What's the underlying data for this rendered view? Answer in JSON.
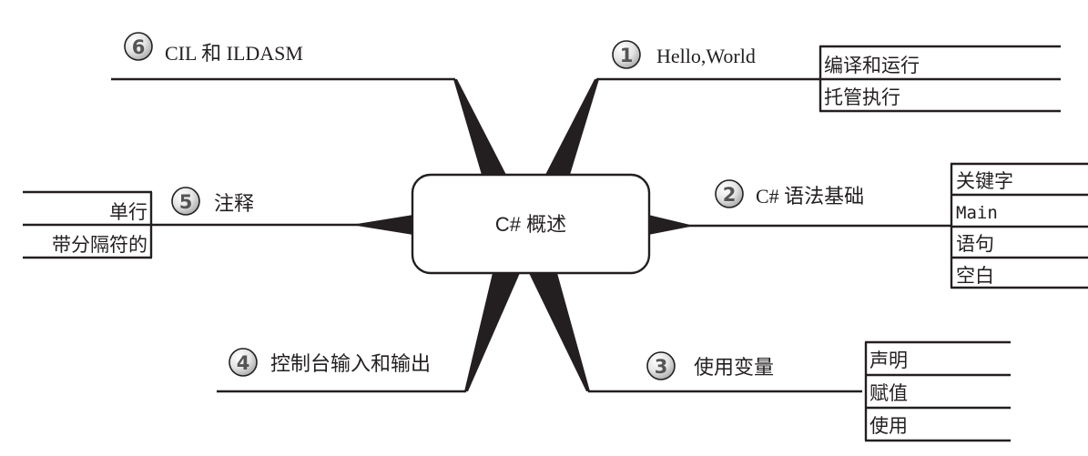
{
  "center": {
    "label": "C# 概述"
  },
  "colors": {
    "ink": "#231f20",
    "badge_fill_light": "#f2f2f2",
    "badge_fill_dark": "#bdbdbd",
    "badge_number": "#555555"
  },
  "branches": [
    {
      "number": "1",
      "title": "Hello,World",
      "leaves": [
        "编译和运行",
        "托管执行"
      ]
    },
    {
      "number": "2",
      "title": "C# 语法基础",
      "leaves": [
        "关键字",
        "Main",
        "语句",
        "空白"
      ]
    },
    {
      "number": "3",
      "title": "使用变量",
      "leaves": [
        "声明",
        "赋值",
        "使用"
      ]
    },
    {
      "number": "4",
      "title": "控制台输入和输出",
      "leaves": []
    },
    {
      "number": "5",
      "title": "注释",
      "leaves": [
        "单行",
        "带分隔符的"
      ]
    },
    {
      "number": "6",
      "title": "CIL 和 ILDASM",
      "leaves": []
    }
  ]
}
